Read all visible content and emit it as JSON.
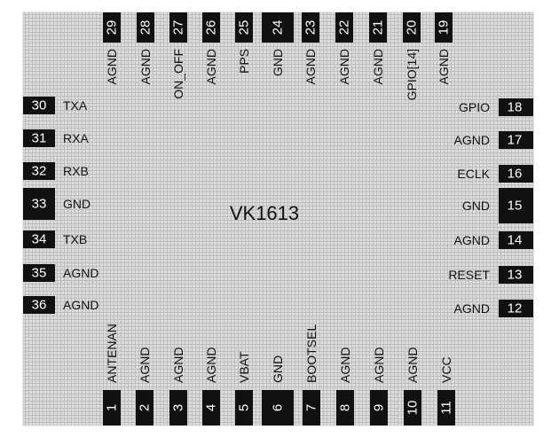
{
  "chip": {
    "name": "VK1613",
    "body_color": "#dcdcdc",
    "grid_color": "#bdbdbd",
    "pad_color": "#111111"
  },
  "pins": {
    "bottom": [
      {
        "num": "1",
        "label": "ANTENAN"
      },
      {
        "num": "2",
        "label": "AGND"
      },
      {
        "num": "3",
        "label": "AGND"
      },
      {
        "num": "4",
        "label": "AGND"
      },
      {
        "num": "5",
        "label": "VBAT"
      },
      {
        "num": "6",
        "label": "GND"
      },
      {
        "num": "7",
        "label": "BOOTSEL"
      },
      {
        "num": "8",
        "label": "AGND"
      },
      {
        "num": "9",
        "label": "AGND"
      },
      {
        "num": "10",
        "label": "AGND"
      },
      {
        "num": "11",
        "label": "VCC"
      }
    ],
    "right": [
      {
        "num": "12",
        "label": "AGND"
      },
      {
        "num": "13",
        "label": "RESET"
      },
      {
        "num": "14",
        "label": "AGND"
      },
      {
        "num": "15",
        "label": "GND"
      },
      {
        "num": "16",
        "label": "ECLK"
      },
      {
        "num": "17",
        "label": "AGND"
      },
      {
        "num": "18",
        "label": "GPIO"
      }
    ],
    "top": [
      {
        "num": "19",
        "label": "AGND"
      },
      {
        "num": "20",
        "label": "GPIO[14]"
      },
      {
        "num": "21",
        "label": "AGND"
      },
      {
        "num": "22",
        "label": "AGND"
      },
      {
        "num": "23",
        "label": "AGND"
      },
      {
        "num": "24",
        "label": "GND"
      },
      {
        "num": "25",
        "label": "PPS"
      },
      {
        "num": "26",
        "label": "AGND"
      },
      {
        "num": "27",
        "label": "ON_OFF"
      },
      {
        "num": "28",
        "label": "AGND"
      },
      {
        "num": "29",
        "label": "AGND"
      }
    ],
    "left": [
      {
        "num": "30",
        "label": "TXA"
      },
      {
        "num": "31",
        "label": "RXA"
      },
      {
        "num": "32",
        "label": "RXB"
      },
      {
        "num": "33",
        "label": "GND"
      },
      {
        "num": "34",
        "label": "TXB"
      },
      {
        "num": "35",
        "label": "AGND"
      },
      {
        "num": "36",
        "label": "AGND"
      }
    ]
  }
}
